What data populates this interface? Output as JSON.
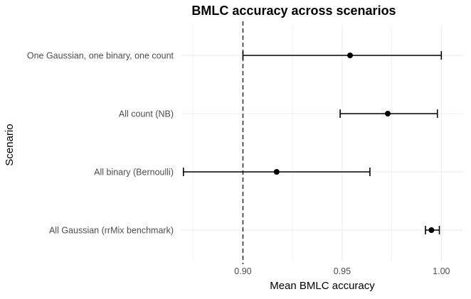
{
  "chart_data": {
    "type": "scatter",
    "subtype": "point-with-errorbars",
    "title": "BMLC accuracy across scenarios",
    "xlabel": "Mean BMLC accuracy",
    "ylabel": "Scenario",
    "xlim": [
      0.869,
      1.011
    ],
    "xticks": [
      0.9,
      0.95,
      1.0
    ],
    "xtick_labels": [
      "0.90",
      "0.95",
      "1.00"
    ],
    "grid": true,
    "legend": "none",
    "reference_line": {
      "x": 0.9,
      "style": "dashed"
    },
    "categories": [
      "One Gaussian, one binary, one count",
      "All count (NB)",
      "All binary (Bernoulli)",
      "All Gaussian (rrMix benchmark)"
    ],
    "series": [
      {
        "mean": [
          0.954,
          0.973,
          0.917,
          0.995
        ],
        "lower": [
          0.9,
          0.949,
          0.87,
          0.992
        ],
        "upper": [
          1.0,
          0.998,
          0.964,
          0.999
        ]
      }
    ],
    "colors": {
      "points": "#000000",
      "grid": "#ebebeb",
      "text": "#4d4d4d"
    }
  }
}
